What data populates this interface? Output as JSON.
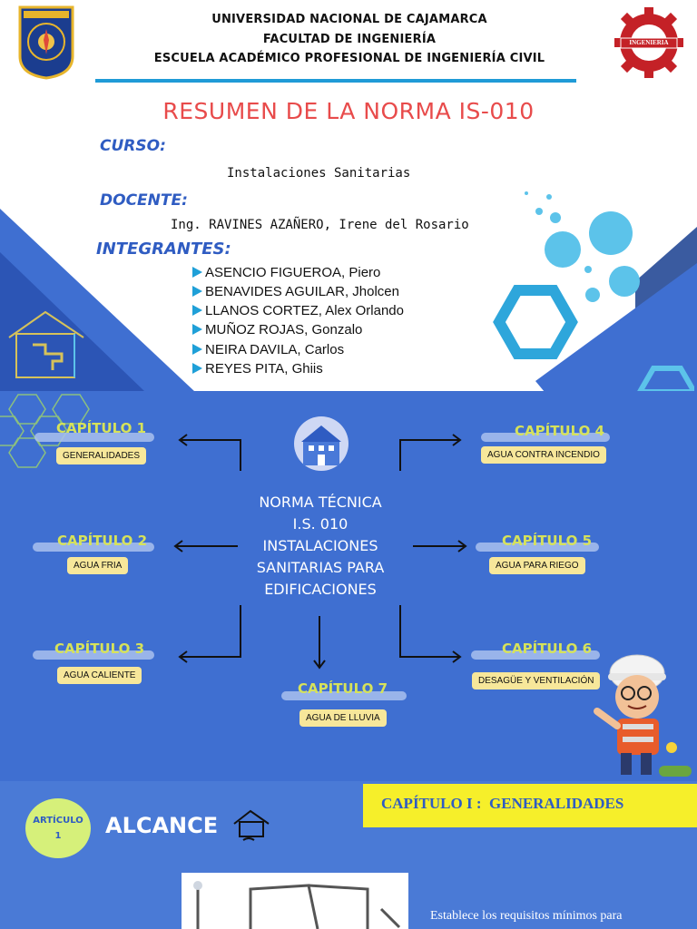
{
  "header": {
    "university": "UNIVERSIDAD NACIONAL DE CAJAMARCA",
    "faculty": "FACULTAD DE INGENIERÍA",
    "school": "ESCUELA ACADÉMICO PROFESIONAL DE INGENIERÍA CIVIL",
    "logo_right_text": "INGENIERIA"
  },
  "title": "RESUMEN DE LA NORMA IS-010",
  "curso_label": "CURSO:",
  "curso": "Instalaciones Sanitarias",
  "docente_label": "DOCENTE:",
  "docente": "Ing. RAVINES AZAÑERO, Irene del Rosario",
  "integrantes_label": "INTEGRANTES:",
  "integrantes": [
    "ASENCIO FIGUEROA, Piero",
    "BENAVIDES AGUILAR, Jholcen",
    "LLANOS CORTEZ, Alex Orlando",
    "MUÑOZ ROJAS, Gonzalo",
    "NEIRA DAVILA, Carlos",
    "REYES PITA, Ghiis"
  ],
  "center_title": [
    "NORMA TÉCNICA",
    "I.S. 010",
    "INSTALACIONES",
    "SANITARIAS PARA",
    "EDIFICACIONES"
  ],
  "chapters": [
    {
      "label": "CAPÍTULO 1",
      "topic": "GENERALIDADES"
    },
    {
      "label": "CAPÍTULO 2",
      "topic": "AGUA FRIA"
    },
    {
      "label": "CAPÍTULO 3",
      "topic": "AGUA CALIENTE"
    },
    {
      "label": "CAPÍTULO 4",
      "topic": "AGUA CONTRA INCENDIO"
    },
    {
      "label": "CAPÍTULO 5",
      "topic": "AGUA PARA RIEGO"
    },
    {
      "label": "CAPÍTULO 6",
      "topic": "DESAGÜE Y VENTILACIÓN"
    },
    {
      "label": "CAPÍTULO 7",
      "topic": "AGUA DE LLUVIA"
    }
  ],
  "bottom": {
    "articulo_label": "ARTÍCULO",
    "articulo_num": "1",
    "alcance": "ALCANCE",
    "chapter_banner": "CAPÍTULO I :  GENERALIDADES",
    "body_text": "Establece los requisitos mínimos para"
  },
  "colors": {
    "blue_bg": "#3f6fd1",
    "title_red": "#e84b4b",
    "label_blue": "#2f5cc2",
    "banner_yellow": "#f6ef2a",
    "chapter_yellow": "#d6e25a",
    "tag_yellow": "#f7e79a"
  }
}
